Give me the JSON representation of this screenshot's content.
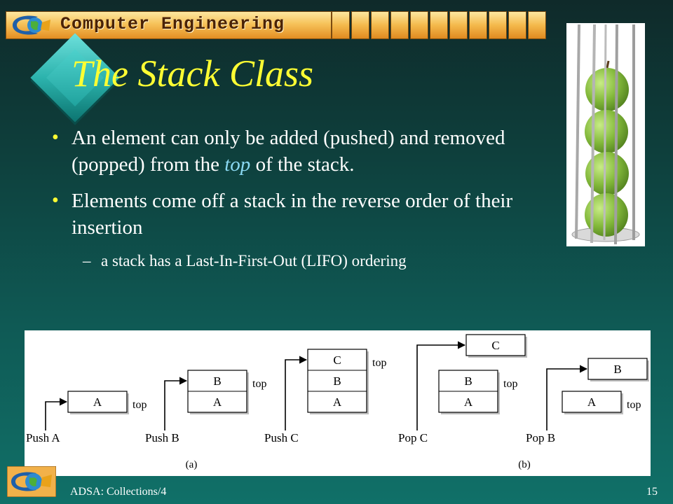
{
  "header": {
    "banner_title": "Computer Engineering"
  },
  "slide": {
    "title": "The Stack Class",
    "bullets": [
      {
        "text_before": "An element can only be added (pushed) and removed (popped) from the ",
        "highlight": "top",
        "text_after": " of the stack."
      },
      {
        "text": "Elements come off a stack in the reverse order of their insertion"
      }
    ],
    "sub_bullet": {
      "dash": "–",
      "text": "a stack has a Last-In-First-Out (LIFO) ordering"
    }
  },
  "diagram": {
    "top_label": "top",
    "operations": [
      {
        "label": "Push A",
        "stack": [
          "A"
        ]
      },
      {
        "label": "Push B",
        "stack": [
          "B",
          "A"
        ]
      },
      {
        "label": "Push C",
        "stack": [
          "C",
          "B",
          "A"
        ]
      },
      {
        "label": "Pop C",
        "popped": "C",
        "stack": [
          "B",
          "A"
        ]
      },
      {
        "label": "Pop B",
        "popped": "B",
        "stack": [
          "A"
        ]
      }
    ],
    "caption_a": "(a)",
    "caption_b": "(b)"
  },
  "footer": {
    "text": "ADSA: Collections/4",
    "page_number": "15"
  },
  "colors": {
    "title": "#ffff33",
    "highlight": "#8ad8f2",
    "banner": "#f6c25a"
  }
}
